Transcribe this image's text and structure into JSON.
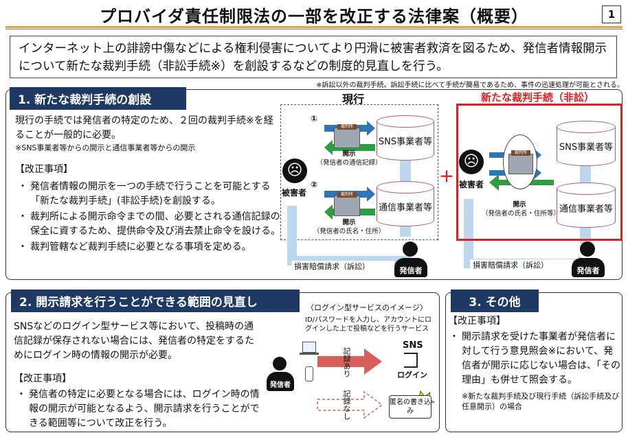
{
  "page": {
    "title": "プロバイダ責任制限法の一部を改正する法律案（概要）",
    "number": "1"
  },
  "summary": {
    "text": "インターネット上の誹謗中傷などによる権利侵害についてより円滑に被害者救済を図るため、発信者情報開示について新たな裁判手続（非訟手続※）を創設するなどの制度的見直しを行う。",
    "note": "※訴訟以外の裁判手続。訴訟手続に比べて手続が簡易であるため、事件の迅速処理が可能とされる。"
  },
  "section1": {
    "heading": "1. 新たな裁判手続の創設",
    "intro": "現行の手続では発信者の特定のため、２回の裁判手続※を経ることが一般的に必要。",
    "intro_note": "※SNS事業者等からの開示と通信事業者等からの開示",
    "kaisei": "【改正事項】",
    "bullets": [
      "発信者情報の開示を一つの手続で行うことを可能とする「新たな裁判手続」(非訟手続)を創設する。",
      "裁判所による開示命令までの間、必要とされる通信記録の保全に資するため、提供命令及び消去禁止命令を設ける。",
      "裁判管轄など裁判手続に必要となる事項を定める。"
    ],
    "current": {
      "label": "現行",
      "step1": "①",
      "step2": "②",
      "court": "裁判所",
      "sns": "SNS事業者等",
      "telecom": "通信事業者等",
      "disclose1": "開示",
      "disclose1_sub": "（発信者の通信記録）",
      "disclose2": "開示",
      "disclose2_sub": "（発信者の氏名・住所）",
      "victim": "被害者",
      "sender": "発信者",
      "lawsuit": "損害賠償請求（訴訟）"
    },
    "plus": "＋",
    "new": {
      "label": "新たな裁判手続（非訟）",
      "court": "裁判所",
      "sns": "SNS事業者等",
      "telecom": "通信事業者等",
      "disclose": "開示",
      "disclose_sub": "（発信者の氏名・住所等）",
      "victim": "被害者",
      "sender": "発信者",
      "lawsuit": "損害賠償請求（訴訟）"
    }
  },
  "section2": {
    "heading": "2. 開示請求を行うことができる範囲の見直し",
    "intro": "SNSなどのログイン型サービス等において、投稿時の通信記録が保存されない場合には、発信者の特定をするためにログイン時の情報の開示が必要。",
    "kaisei": "【改正事項】",
    "bullets": [
      "発信者の特定に必要となる場合には、ログイン時の情報の開示が可能となるよう、開示請求を行うことができる範囲等について改正を行う。"
    ],
    "image": {
      "caption": "〈ログイン型サービスのイメージ〉",
      "desc": "ID/パスワードを入力し、アカウントにログインした上で投稿などを行うサービス",
      "sender": "発信者",
      "sns": "SNS",
      "login": "ログイン",
      "record_yes": "記録あり",
      "record_no": "記録なし",
      "post": "匿名の書き込み"
    }
  },
  "section3": {
    "heading": "3. その他",
    "kaisei": "【改正事項】",
    "bullets": [
      "開示請求を受けた事業者が発信者に対して行う意見照会※において、発信者が開示に応じない場合は、「その理由」も併せて照会する。"
    ],
    "note": "※新たな裁判手続及び現行手続（訴訟手続及び任意開示）の場合"
  },
  "colors": {
    "heading_bg": "#1f3864",
    "accent": "#e02020",
    "arrow_blue": "#2e75b6",
    "arrow_green": "#2e9e3e",
    "arrow_light": "#bdd7ee"
  }
}
